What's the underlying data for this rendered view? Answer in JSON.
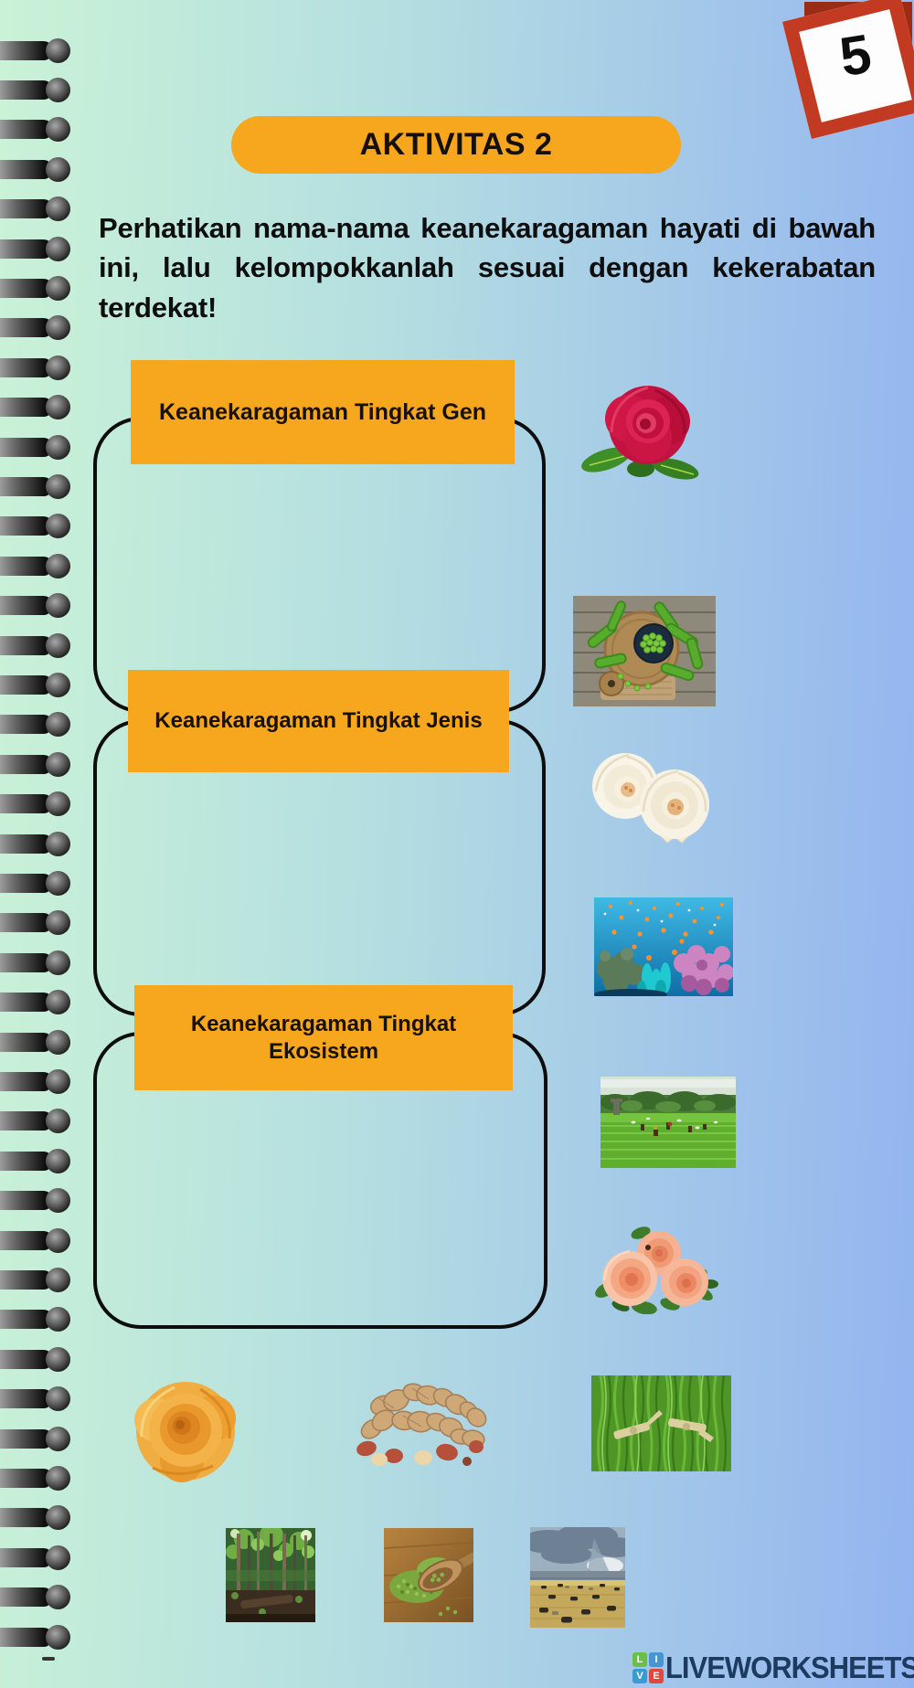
{
  "badge": {
    "number": "5"
  },
  "header": {
    "activity_title": "AKTIVITAS 2"
  },
  "instructions": "Perhatikan nama-nama keanekaragaman hayati di bawah ini, lalu kelompokkanlah sesuai dengan kekerabatan terdekat!",
  "categories": [
    {
      "label": "Keanekaragaman Tingkat Gen"
    },
    {
      "label": "Keanekaragaman Tingkat Jenis"
    },
    {
      "label": "Keanekaragaman Tingkat Ekosistem"
    }
  ],
  "items": [
    {
      "id": "red-rose",
      "label": "red rose"
    },
    {
      "id": "green-peas",
      "label": "green peas on wooden board"
    },
    {
      "id": "white-roses",
      "label": "white roses"
    },
    {
      "id": "coral-reef",
      "label": "coral reef with fish"
    },
    {
      "id": "rice-field",
      "label": "rice field"
    },
    {
      "id": "peach-roses",
      "label": "peach roses"
    },
    {
      "id": "yellow-rose",
      "label": "yellow rose"
    },
    {
      "id": "peanuts",
      "label": "peanuts"
    },
    {
      "id": "long-beans",
      "label": "long green beans"
    },
    {
      "id": "forest",
      "label": "forest"
    },
    {
      "id": "mung-beans",
      "label": "mung beans with wooden scoop"
    },
    {
      "id": "savanna",
      "label": "wildebeest savanna"
    }
  ],
  "footer": {
    "brand": "LIVEWORKSHEETS",
    "icon_letters": [
      "L",
      "I",
      "V",
      "E"
    ]
  },
  "colors": {
    "accent_orange": "#f6a71e",
    "badge_red": "#c23a22",
    "badge_dark_red": "#9a2b16",
    "brand_navy": "#1d3a5f",
    "outline_black": "#0d0d0d"
  }
}
